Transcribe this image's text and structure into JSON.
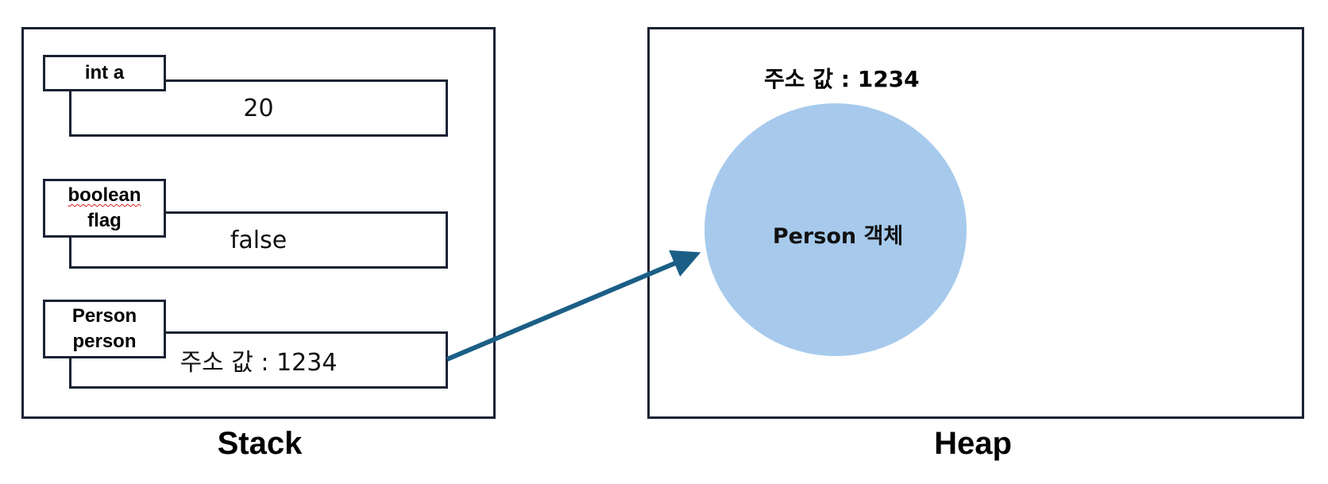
{
  "stack": {
    "title": "Stack",
    "variables": [
      {
        "type_label": "int a",
        "value": "20"
      },
      {
        "type_label_line1": "boolean",
        "type_label_line2": "flag",
        "value": "false"
      },
      {
        "type_label_line1": "Person",
        "type_label_line2": "person",
        "value": "주소 값 : 1234"
      }
    ]
  },
  "heap": {
    "title": "Heap",
    "address_label": "주소 값 : 1234",
    "object_label": "Person 객체"
  },
  "colors": {
    "border": "#1a2233",
    "object_fill": "#a7caec",
    "arrow": "#1b5f86",
    "spellcheck_underline": "#e02020"
  }
}
